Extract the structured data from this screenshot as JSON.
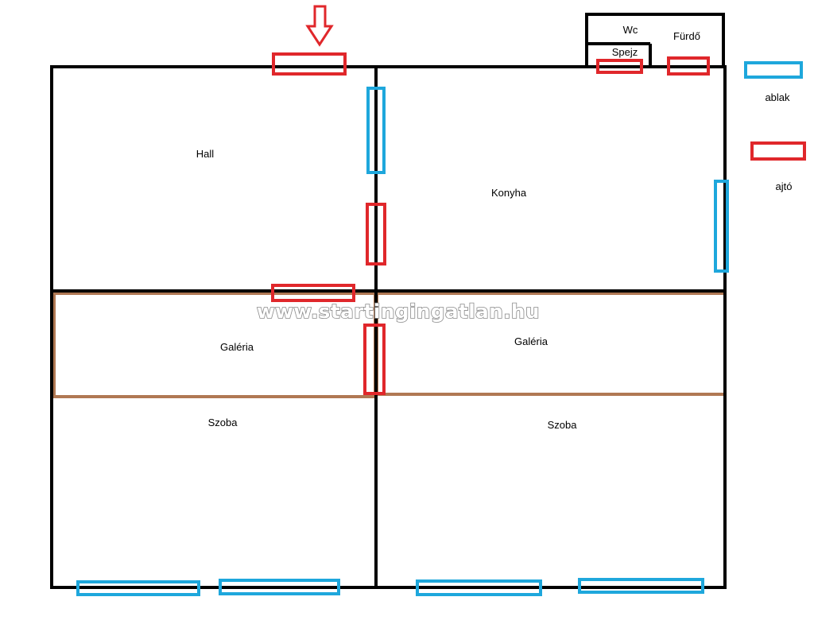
{
  "rooms": {
    "hall": "Hall",
    "konyha": "Konyha",
    "galeria_left": "Galéria",
    "galeria_right": "Galéria",
    "szoba_left": "Szoba",
    "szoba_right": "Szoba",
    "wc": "Wc",
    "furdo": "Fürdő",
    "spejz": "Spejz"
  },
  "legend": {
    "window_label": "ablak",
    "door_label": "ajtó",
    "window_color": "#1ea7dc",
    "door_color": "#e0272b"
  },
  "watermark": "www.startingingatlan.hu",
  "colors": {
    "wall": "#000000",
    "window": "#1ea7dc",
    "door": "#e0272b",
    "gallery": "#b07853",
    "entrance_arrow": "#e0272b"
  },
  "icons": {
    "entrance": "down-arrow-icon"
  }
}
